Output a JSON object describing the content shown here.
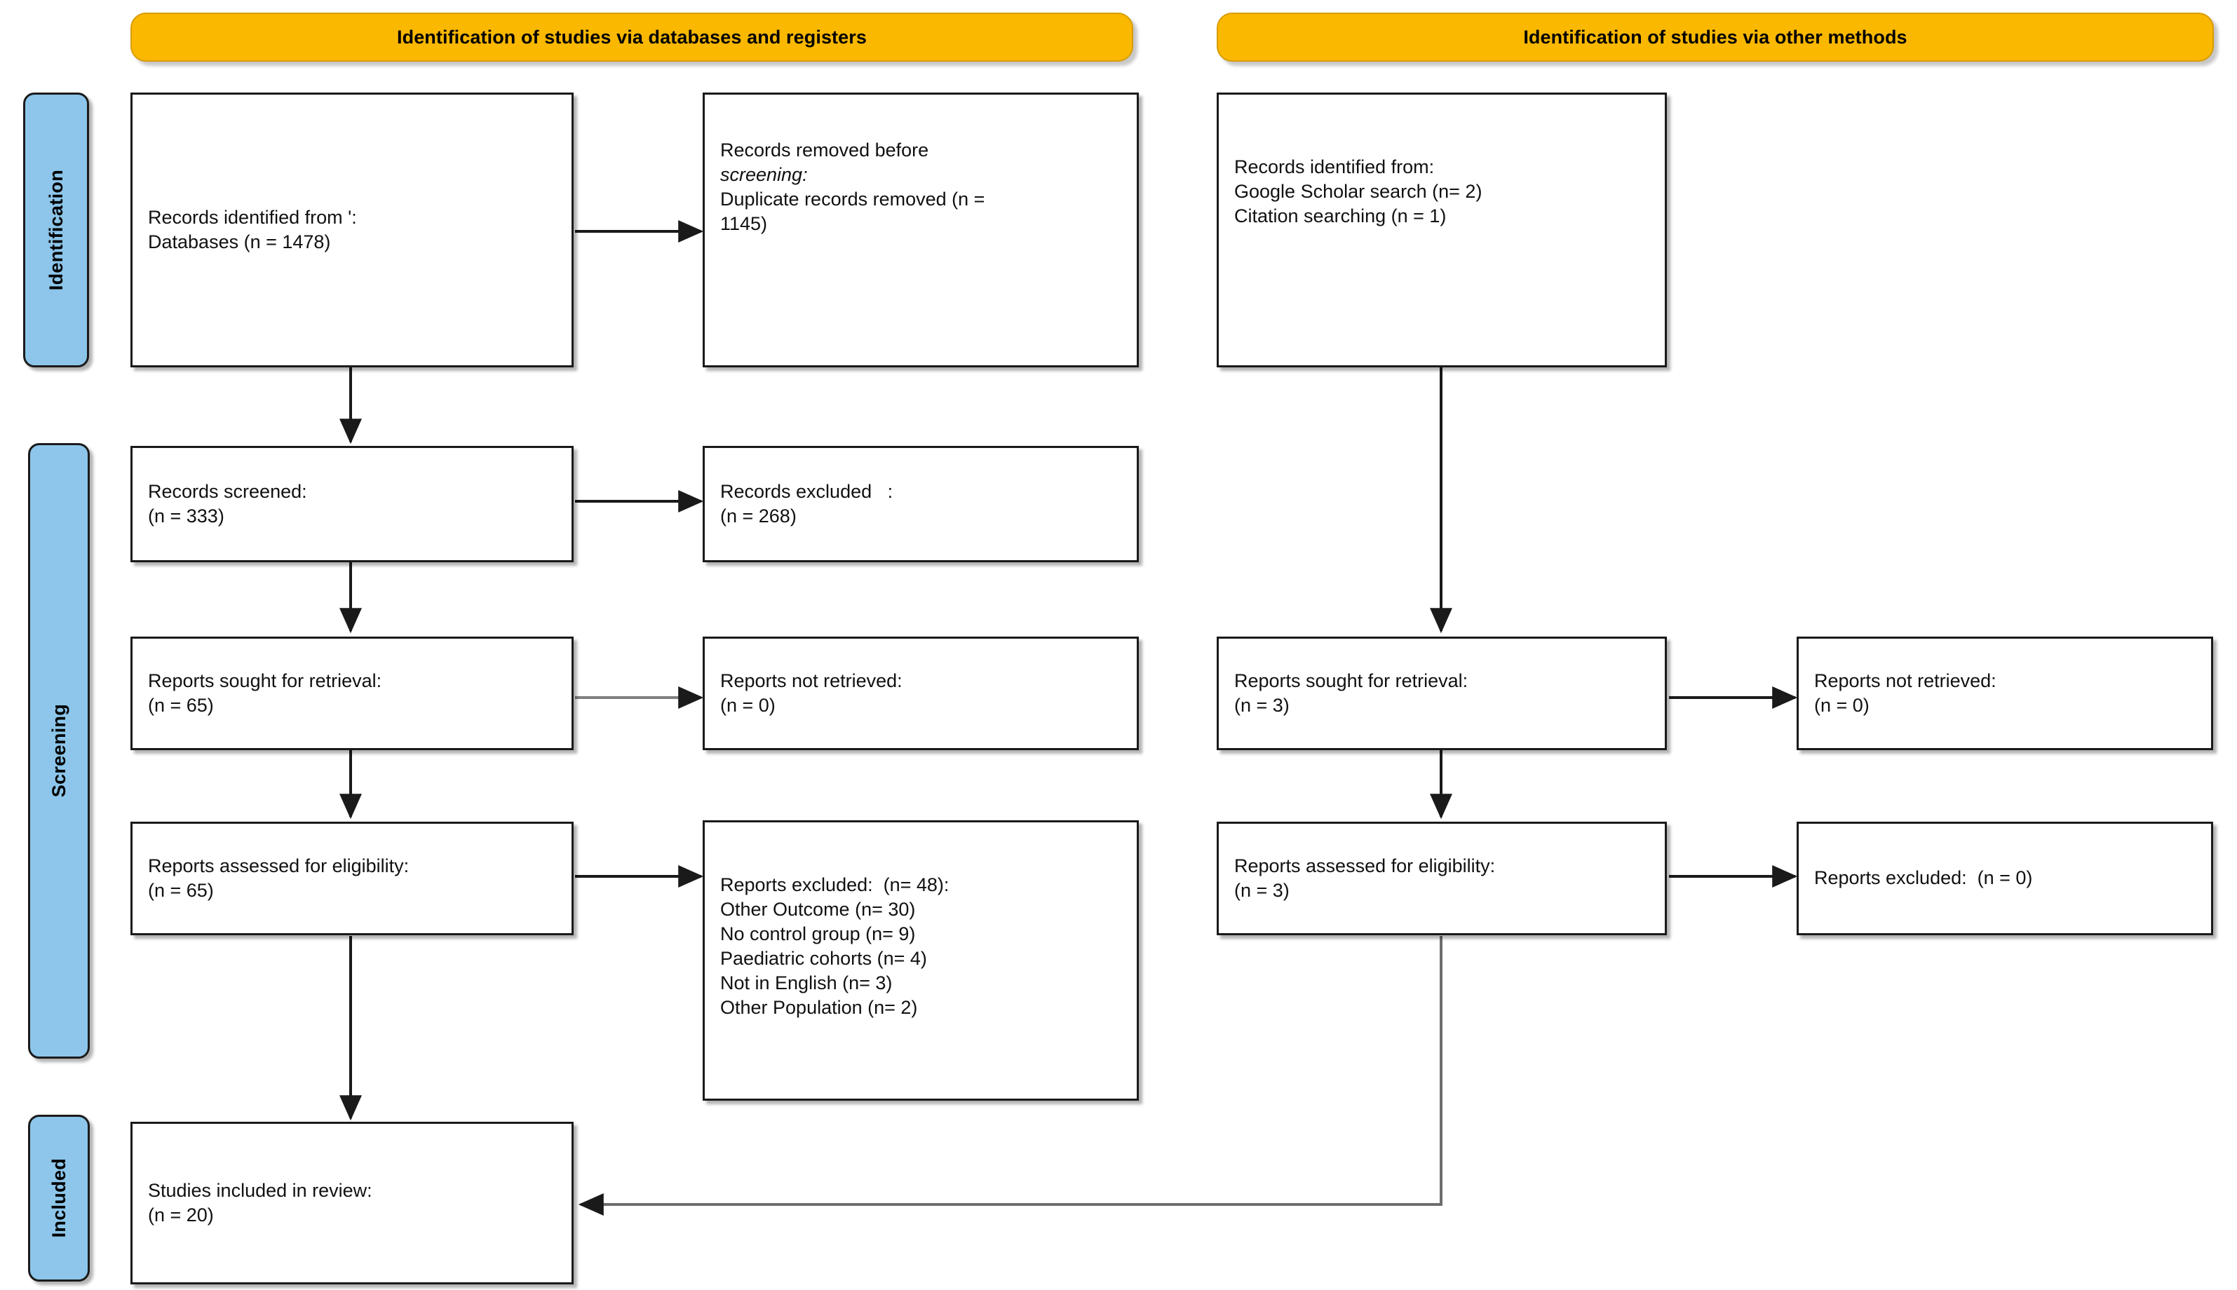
{
  "diagram": {
    "title": "PRISMA 2020 flow diagram",
    "colors": {
      "banner_fill": "#fbb800",
      "phase_fill": "#8dc6ea",
      "box_fill": "#ffffff",
      "stroke": "#1a1a1a"
    },
    "banners": [
      {
        "id": "databases",
        "label": "Identification of studies via databases and registers"
      },
      {
        "id": "other",
        "label": "Identification of studies via other methods"
      }
    ],
    "phases": [
      {
        "id": "identification",
        "label": "Identification"
      },
      {
        "id": "screening",
        "label": "Screening"
      },
      {
        "id": "included",
        "label": "Included"
      }
    ],
    "boxes": {
      "records_identified": {
        "name": "records-identified",
        "lines": [
          {
            "text": "Records identified from ':",
            "italic": false
          },
          {
            "text": "Databases (n = 1478)",
            "italic": false
          }
        ]
      },
      "records_removed": {
        "name": "records-removed-before-screening",
        "lines": [
          {
            "text": "Records removed before",
            "italic": false
          },
          {
            "text": "screening:",
            "italic": true
          },
          {
            "text": "Duplicate records removed (n =",
            "italic": false
          },
          {
            "text": "1145)",
            "italic": false
          }
        ]
      },
      "records_screened": {
        "name": "records-screened",
        "lines": [
          {
            "text": "Records screened:",
            "italic": false
          },
          {
            "text": "(n = 333)",
            "italic": false
          }
        ]
      },
      "records_excluded": {
        "name": "records-excluded",
        "lines": [
          {
            "text": "Records excluded   :",
            "italic": false
          },
          {
            "text": "(n = 268)",
            "italic": false
          }
        ]
      },
      "reports_sought": {
        "name": "reports-sought-for-retrieval",
        "lines": [
          {
            "text": "Reports sought for retrieval:",
            "italic": false
          },
          {
            "text": "(n = 65)",
            "italic": false
          }
        ]
      },
      "reports_not_retrieved": {
        "name": "reports-not-retrieved",
        "lines": [
          {
            "text": "Reports not retrieved:",
            "italic": false
          },
          {
            "text": "(n = 0)",
            "italic": false
          }
        ]
      },
      "reports_assessed": {
        "name": "reports-assessed-for-eligibility",
        "lines": [
          {
            "text": "Reports assessed for eligibility:",
            "italic": false
          },
          {
            "text": "(n = 65)",
            "italic": false
          }
        ]
      },
      "reports_excluded": {
        "name": "reports-excluded-with-reasons",
        "lines": [
          {
            "text": "Reports excluded:  (n= 48):",
            "italic": false
          },
          {
            "text": "Other Outcome (n= 30)",
            "italic": false
          },
          {
            "text": "No control group (n= 9)",
            "italic": false
          },
          {
            "text": "Paediatric cohorts (n= 4)",
            "italic": false
          },
          {
            "text": "Not in English (n= 3)",
            "italic": false
          },
          {
            "text": "Other Population (n= 2)",
            "italic": false
          }
        ]
      },
      "studies_included": {
        "name": "studies-included-in-review",
        "lines": [
          {
            "text": "Studies included in review:",
            "italic": false
          },
          {
            "text": "(n = 20)",
            "italic": false
          }
        ]
      },
      "other_identified": {
        "name": "records-identified-other-methods",
        "lines": [
          {
            "text": "Records identified from:",
            "italic": false
          },
          {
            "text": "Google Scholar search (n= 2)",
            "italic": false
          },
          {
            "text": "Citation searching (n = 1)",
            "italic": false
          }
        ]
      },
      "other_reports_sought": {
        "name": "reports-sought-for-retrieval-other",
        "lines": [
          {
            "text": "Reports sought for retrieval:",
            "italic": false
          },
          {
            "text": "(n = 3)",
            "italic": false
          }
        ]
      },
      "other_reports_not_retrieved": {
        "name": "reports-not-retrieved-other",
        "lines": [
          {
            "text": "Reports not retrieved:",
            "italic": false
          },
          {
            "text": "(n = 0)",
            "italic": false
          }
        ]
      },
      "other_reports_assessed": {
        "name": "reports-assessed-for-eligibility-other",
        "lines": [
          {
            "text": "Reports assessed for eligibility:",
            "italic": false
          },
          {
            "text": "(n = 3)",
            "italic": false
          }
        ]
      },
      "other_reports_excluded": {
        "name": "reports-excluded-other",
        "lines": [
          {
            "text": "Reports excluded:  (n = 0)",
            "italic": false
          }
        ]
      }
    },
    "flow_data": {
      "type": "flowchart",
      "identified_databases": 1478,
      "duplicates_removed": 1145,
      "records_screened": 333,
      "records_excluded": 268,
      "reports_sought": 65,
      "reports_not_retrieved": 0,
      "reports_assessed": 65,
      "reports_excluded_total": 48,
      "exclusion_reasons": [
        {
          "reason": "Other Outcome",
          "n": 30
        },
        {
          "reason": "No control group",
          "n": 9
        },
        {
          "reason": "Paediatric cohorts",
          "n": 4
        },
        {
          "reason": "Not in English",
          "n": 3
        },
        {
          "reason": "Other Population",
          "n": 2
        }
      ],
      "other_google_scholar": 2,
      "other_citation_searching": 1,
      "other_reports_sought": 3,
      "other_reports_not_retrieved": 0,
      "other_reports_assessed": 3,
      "other_reports_excluded": 0,
      "studies_included": 20
    }
  }
}
